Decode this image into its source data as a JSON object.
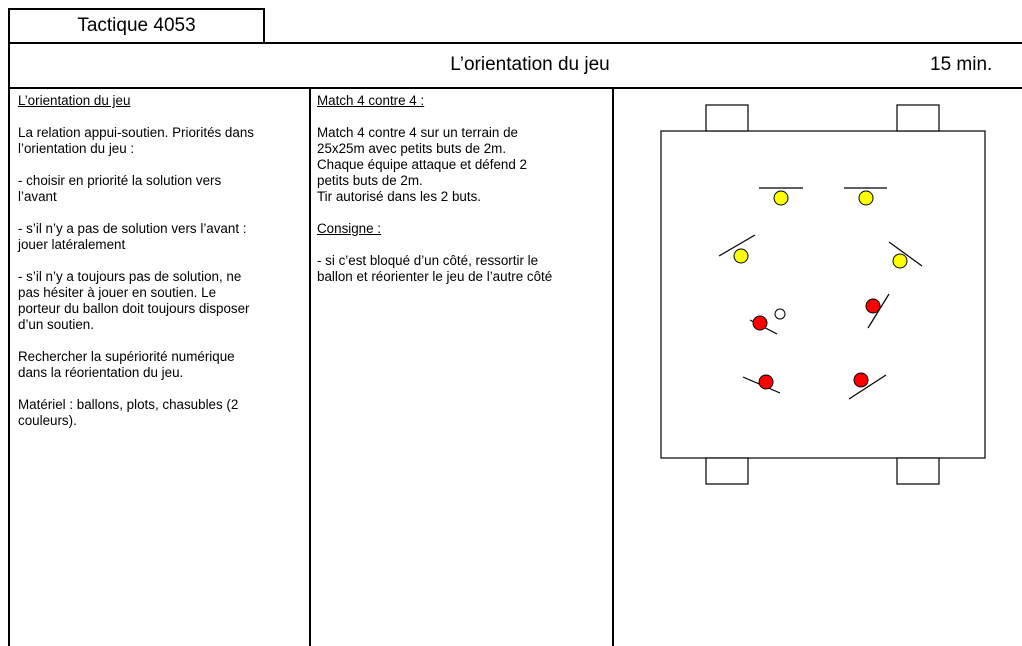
{
  "tab": {
    "title": "Tactique 4053"
  },
  "header": {
    "title": "L’orientation du jeu",
    "duration": "15 min."
  },
  "left": {
    "heading": "L’orientation du jeu",
    "paragraphs": [
      "La relation appui-soutien. Priorités dans\nl’orientation du jeu :",
      "- choisir en priorité la solution vers\nl’avant",
      "- s’il n’y a pas de solution vers l’avant :\njouer latéralement",
      "- s’il n’y a toujours pas de solution, ne\npas hésiter à jouer en soutien. Le\nporteur du ballon doit toujours disposer\nd’un soutien.",
      "Rechercher la supériorité numérique\ndans la réorientation du jeu.",
      "Matériel : ballons, plots, chasubles (2\ncouleurs)."
    ]
  },
  "middle": {
    "heading": "Match 4 contre 4 :",
    "description": "Match 4 contre 4 sur un terrain de\n25x25m avec petits buts de 2m.\nChaque équipe attaque et défend 2\npetits buts de 2m.\nTir autorisé dans les 2 buts.",
    "consigne_heading": "Consigne :",
    "consigne": "- si c’est bloqué d’un côté, ressortir le\nballon et réorienter le jeu de l’autre côté"
  },
  "diagram": {
    "colors": {
      "team_yellow": "#ffff00",
      "team_red": "#ff0000",
      "ball": "#ffffff"
    }
  }
}
